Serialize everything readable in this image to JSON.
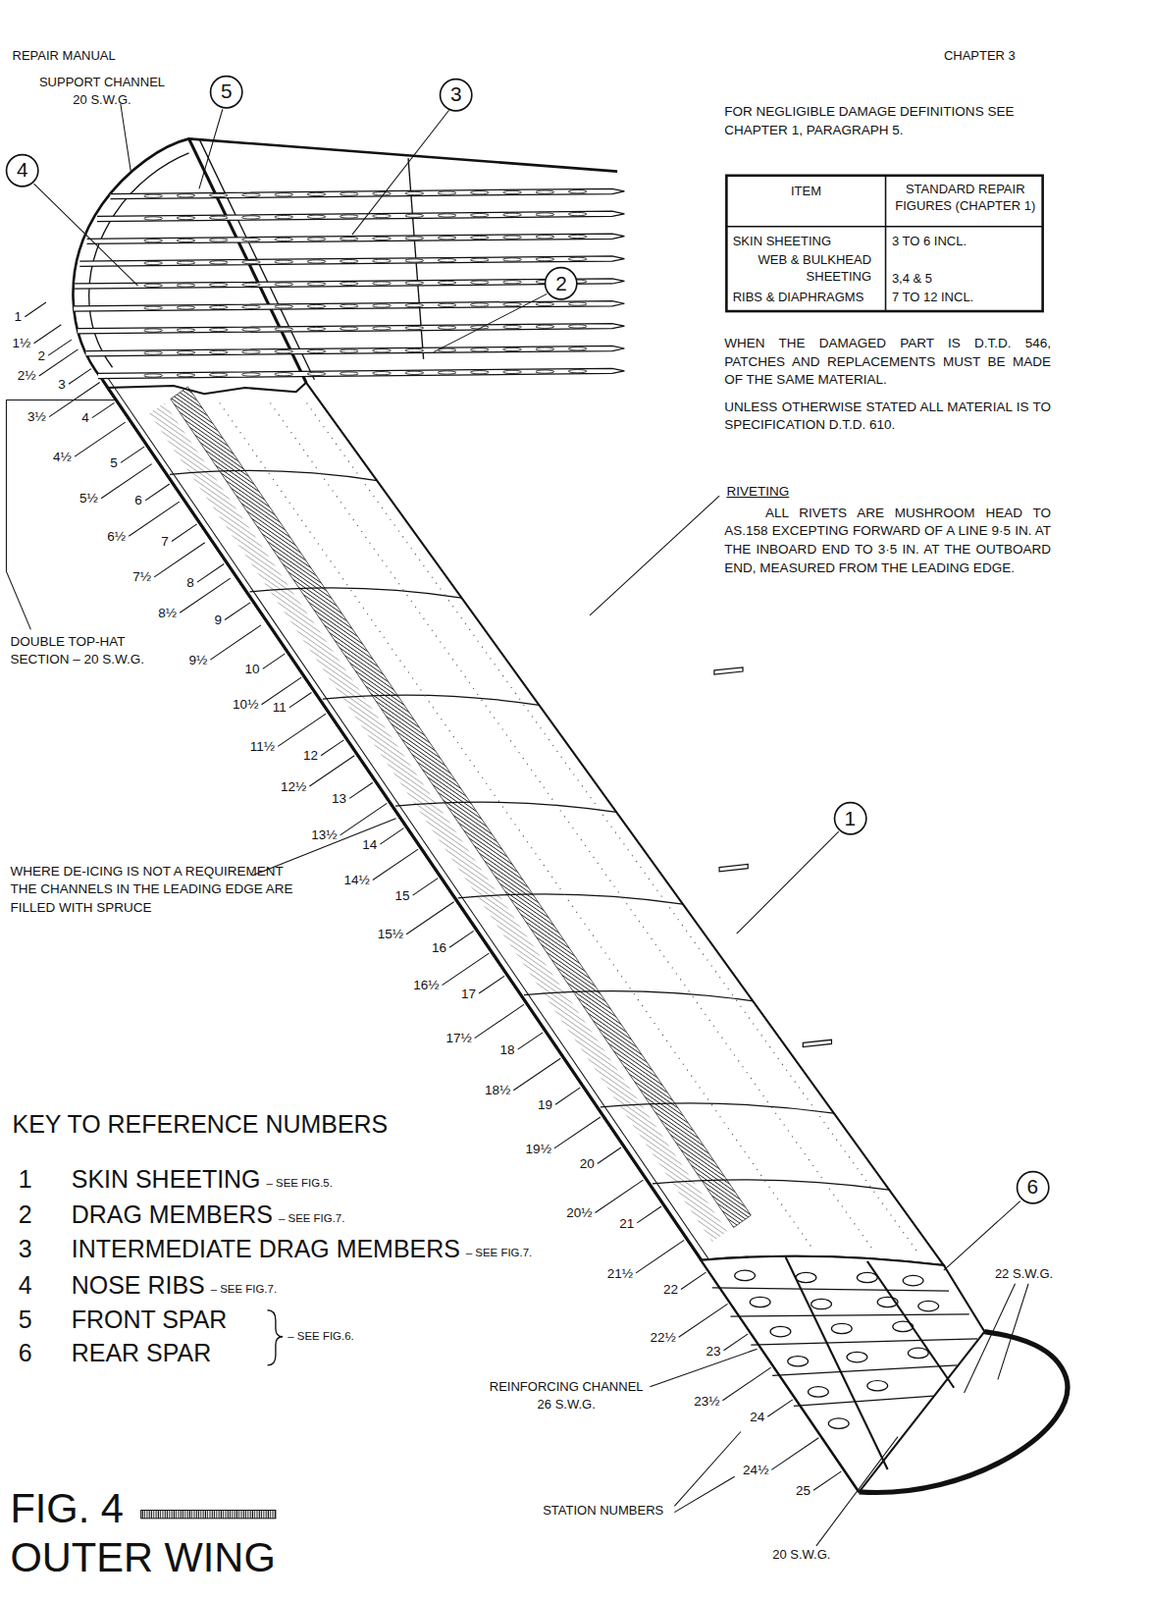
{
  "diagram": {
    "nodes": [
      {
        "text": [
          "5"
        ]
      },
      {
        "text": [
          "3"
        ]
      },
      {
        "text": [
          "4"
        ]
      },
      {
        "text": [
          "2"
        ]
      },
      {
        "text": [
          "1"
        ]
      },
      {
        "text": [
          "6"
        ]
      }
    ],
    "labels": [
      "REPAIR MANUAL",
      "CHAPTER 3",
      "SUPPORT CHANNEL 20 S.W.G.",
      "FOR NEGLIGIBLE DAMAGE DEFINITIONS SEE CHAPTER 1, PARAGRAPH 5.",
      "ITEM",
      "STANDARD REPAIR FIGURES (CHAPTER 1)",
      "SKIN SHEETING",
      "3 TO 6 INCL.",
      "WEB & BULKHEAD SHEETING",
      "3,4 & 5",
      "RIBS & DIAPHRAGMS",
      "7 TO 12 INCL.",
      "WHEN THE DAMAGED PART IS D.T.D. 546, PATCHES AND REPLACEMENTS MUST BE MADE OF THE SAME MATERIAL.",
      "UNLESS OTHERWISE STATED ALL MATERIAL IS TO SPECIFICATION D.T.D. 610.",
      "RIVETING",
      "ALL RIVETS ARE MUSHROOM HEAD TO AS.158 EXCEPTING FORWARD OF A LINE 9·5 IN. AT THE INBOARD END TO 3·5 IN. AT THE OUTBOARD END, MEASURED FROM THE LEADING EDGE.",
      "DOUBLE TOP-HAT SECTION – 20 S.W.G.",
      "WHERE DE-ICING IS NOT A REQUIREMENT THE CHANNELS IN THE LEADING EDGE ARE FILLED WITH SPRUCE",
      "KEY TO REFERENCE NUMBERS",
      "1",
      "SKIN SHEETING",
      "– SEE FIG.5.",
      "2",
      "DRAG MEMBERS",
      "– SEE FIG.7.",
      "3",
      "INTERMEDIATE DRAG MEMBERS",
      "– SEE FIG.7.",
      "4",
      "NOSE RIBS",
      "– SEE FIG.7.",
      "5",
      "FRONT SPAR",
      "6",
      "REAR SPAR",
      "– SEE FIG.6.",
      "REINFORCING CHANNEL 26 S.W.G.",
      "22 S.W.G.",
      "STATION NUMBERS",
      "20 S.W.G.",
      "FIG. 4",
      "OUTER WING",
      "1",
      "1½",
      "2",
      "2½",
      "3",
      "3½",
      "4",
      "4½",
      "5",
      "5½",
      "6",
      "6½",
      "7",
      "7½",
      "8",
      "8½",
      "9",
      "9½",
      "10",
      "10½",
      "11",
      "11½",
      "12",
      "12½",
      "13",
      "13½",
      "14",
      "14½",
      "15",
      "15½",
      "16",
      "16½",
      "17",
      "17½",
      "18",
      "18½",
      "19",
      "19½",
      "20",
      "20½",
      "21",
      "21½",
      "22",
      "22½",
      "23",
      "23½",
      "24",
      "24½",
      "25"
    ]
  }
}
